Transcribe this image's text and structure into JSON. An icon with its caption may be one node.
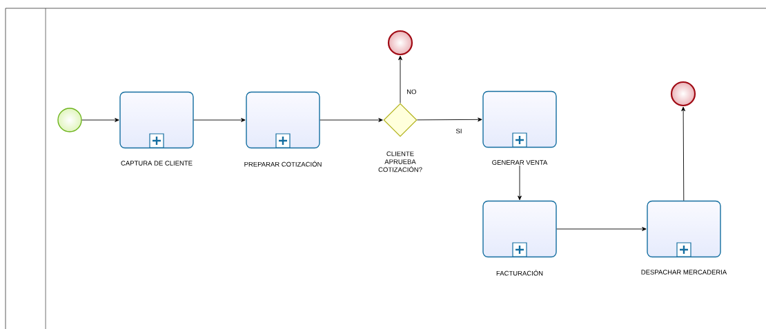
{
  "diagram": {
    "nodes": [
      {
        "text": [],
        "shape": "box"
      },
      {
        "text": [],
        "shape": "circle",
        "in": 0
      },
      {
        "text": [
          "CAPTURA DE CLIENTE"
        ],
        "in": 0
      },
      {
        "text": [
          "PREPARAR COTIZACIÓN"
        ],
        "in": 0
      },
      {
        "text": [
          "CLIENTE APRUEBA COTIZACIÓN?"
        ],
        "in": 0
      },
      {
        "text": [],
        "shape": "circle",
        "in": 0
      },
      {
        "text": [
          "GENERAR VENTA"
        ],
        "in": 0
      },
      {
        "text": [
          "FACTURACIÓN"
        ],
        "in": 0
      },
      {
        "text": [
          "DESPACHAR MERCADERIA"
        ],
        "in": 0
      },
      {
        "text": [],
        "shape": "circle",
        "in": 0
      }
    ],
    "edges": [
      {
        "from": 1,
        "to": 2,
        "arrow": "to"
      },
      {
        "from": 2,
        "to": 3,
        "arrow": "to"
      },
      {
        "from": 3,
        "to": 4,
        "arrow": "to"
      },
      {
        "from": 4,
        "to": 5,
        "arrow": "to",
        "label": "NO"
      },
      {
        "from": 4,
        "to": 6,
        "arrow": "to",
        "label": "SI"
      },
      {
        "from": 6,
        "to": 7,
        "arrow": "to"
      },
      {
        "from": 7,
        "to": 8,
        "arrow": "to"
      },
      {
        "from": 8,
        "to": 9,
        "arrow": "to"
      }
    ]
  }
}
